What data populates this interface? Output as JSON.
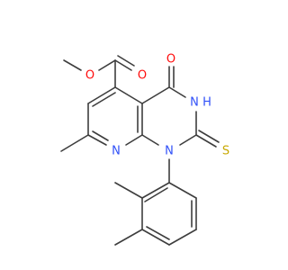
{
  "molecule": {
    "atoms": [
      {
        "id": "o_ester_dbl",
        "label": "O",
        "color": "#ff0d0d"
      },
      {
        "id": "o_ester_single",
        "label": "O",
        "color": "#ff0d0d"
      },
      {
        "id": "o_ketone",
        "label": "O",
        "color": "#ff0d0d"
      },
      {
        "id": "nh",
        "label": "N",
        "hydrogen": "H",
        "color": "#3050f8"
      },
      {
        "id": "n_pyridine",
        "label": "N",
        "color": "#3050f8"
      },
      {
        "id": "n_aryl",
        "label": "N",
        "color": "#3050f8"
      },
      {
        "id": "s_thione",
        "label": "S",
        "color": "#c8a800"
      }
    ],
    "bond_color": "#3d3d3d"
  }
}
